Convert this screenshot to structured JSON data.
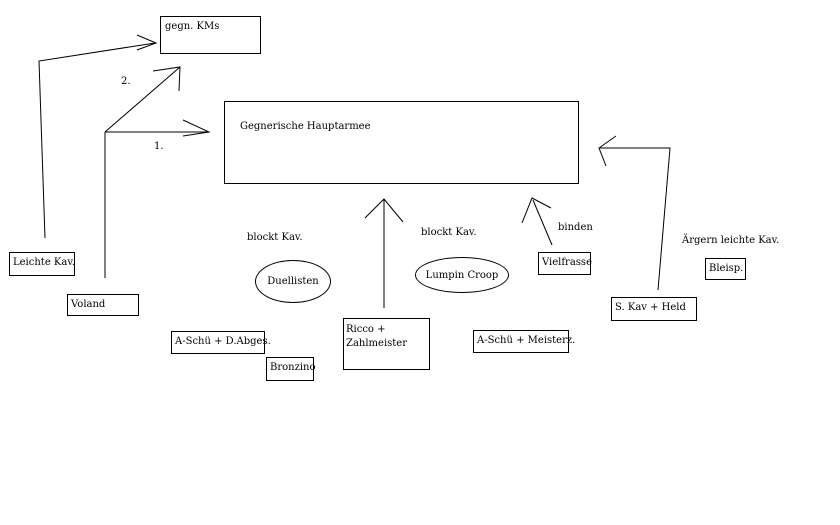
{
  "boxes": {
    "main": "Gegnerische Hauptarmee",
    "km": "gegn. KMs",
    "light_cav": "Leichte Kav.",
    "voland": "Voland",
    "aschu_dabges": "A-Schü + D.Abges.",
    "bronzino": "Bronzino",
    "ricco": "Ricco + Zahlmeister",
    "aschu_meisterz": "A-Schü + Meisterz.",
    "vielfrasse": "Vielfrasse",
    "skav_held": "S. Kav + Held",
    "bleisp": "Bleisp."
  },
  "ellipses": {
    "duellisten": "Duellisten",
    "lumpin": "Lumpin Croop"
  },
  "labels": {
    "one": "1.",
    "two": "2.",
    "blockt_left": "blockt Kav.",
    "blockt_right": "blockt Kav.",
    "binden": "binden",
    "argern": "Ärgern leichte Kav."
  }
}
